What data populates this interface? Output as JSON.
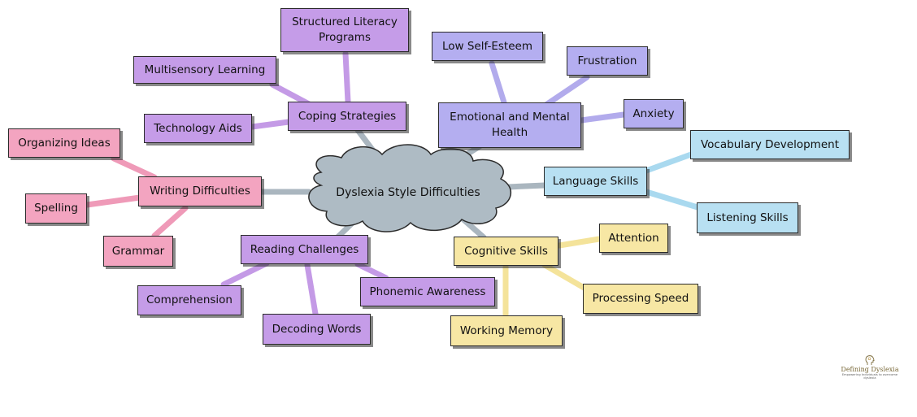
{
  "center": {
    "label": "Dyslexia Style Difficulties"
  },
  "nodes": {
    "structured_literacy": "Structured Literacy Programs",
    "multisensory": "Multisensory Learning",
    "coping": "Coping Strategies",
    "technology": "Technology Aids",
    "low_self_esteem": "Low Self-Esteem",
    "frustration": "Frustration",
    "emotional": "Emotional and Mental Health",
    "anxiety": "Anxiety",
    "vocabulary": "Vocabulary Development",
    "language": "Language Skills",
    "listening": "Listening Skills",
    "attention": "Attention",
    "cognitive": "Cognitive Skills",
    "processing": "Processing Speed",
    "working_memory": "Working Memory",
    "organizing": "Organizing Ideas",
    "writing": "Writing Difficulties",
    "spelling": "Spelling",
    "grammar": "Grammar",
    "reading": "Reading Challenges",
    "phonemic": "Phonemic Awareness",
    "comprehension": "Comprehension",
    "decoding": "Decoding Words"
  },
  "colors": {
    "purple": "#c59ce8",
    "purple_line": "#c49ae6",
    "lavender": "#b4aef0",
    "lavender_line": "#b2abec",
    "blue": "#b8e0f2",
    "blue_line": "#a9d9ef",
    "yellow": "#f7e7a4",
    "yellow_line": "#f4e39a",
    "pink": "#f3a4c0",
    "pink_line": "#ef9ab8",
    "center_fill": "#aebbc4",
    "center_line": "#aab6bf"
  },
  "logo": {
    "icon": "head-profile-icon",
    "title": "Defining Dyslexia",
    "tagline": "Empowering Individuals to overcome dyslexia"
  }
}
